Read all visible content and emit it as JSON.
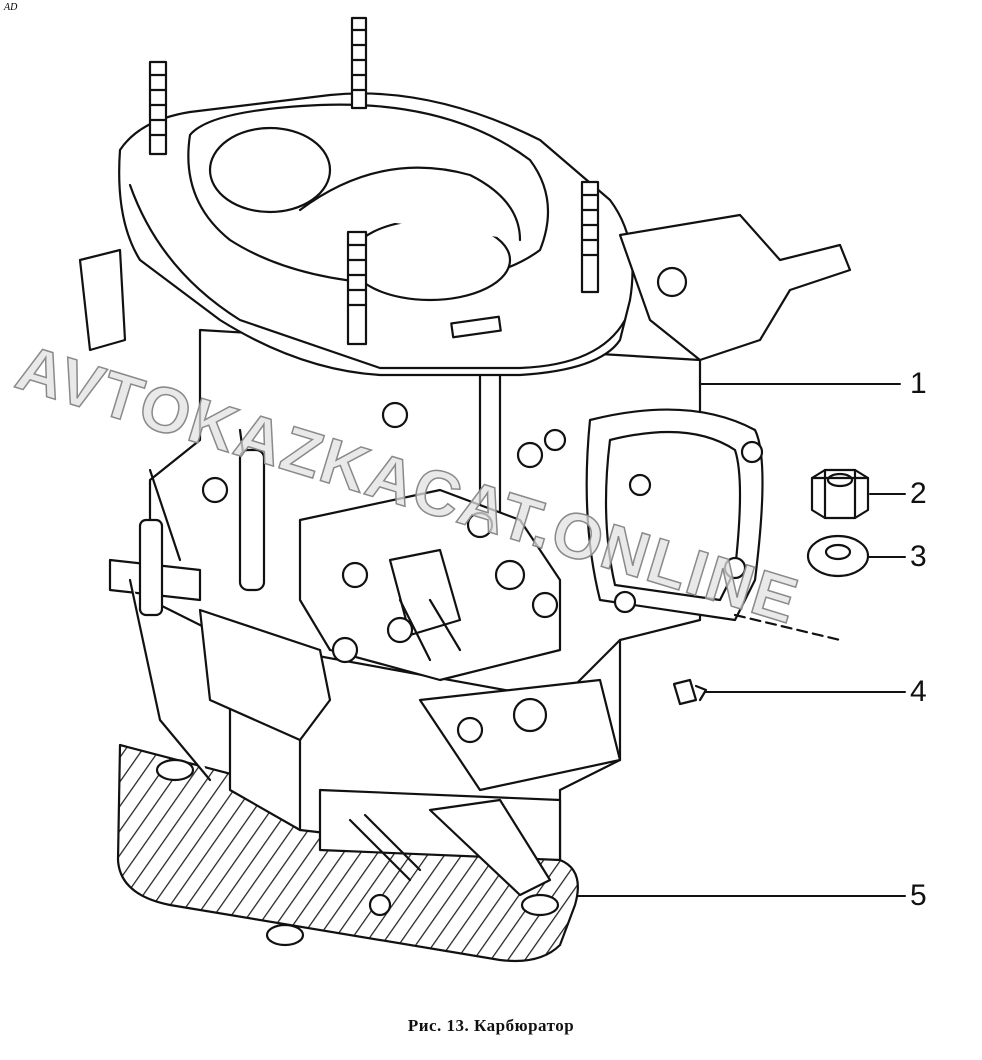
{
  "corner_mark": "AD",
  "watermark": "AVTOKAZKACAT.ONLINE",
  "caption": "Рис. 13. Карбюратор",
  "callouts": [
    {
      "number": "1",
      "part": "carburetor"
    },
    {
      "number": "2",
      "part": "nut"
    },
    {
      "number": "3",
      "part": "washer"
    },
    {
      "number": "4",
      "part": "plug"
    },
    {
      "number": "5",
      "part": "gasket"
    }
  ]
}
